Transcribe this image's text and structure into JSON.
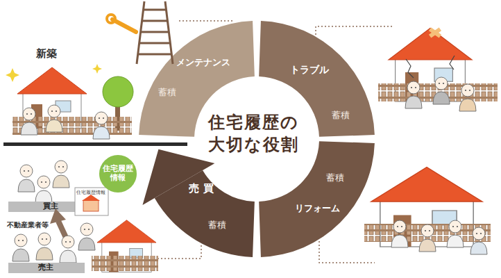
{
  "diagram": {
    "nodes": [
      {
        "text": [
          "メンテナンス",
          "蓄積"
        ]
      },
      {
        "text": [
          "トラブル",
          "蓄積"
        ]
      },
      {
        "text": [
          "住宅履歴の 大切な役割"
        ]
      },
      {
        "text": [
          "リフォーム",
          "蓄積"
        ]
      },
      {
        "text": [
          "売買",
          "蓄積"
        ]
      },
      {
        "text": [
          "住宅履歴 情報"
        ]
      }
    ],
    "labels": [
      "新築",
      "住宅履歴情報",
      "買主",
      "不動産業者等",
      "売主"
    ]
  }
}
